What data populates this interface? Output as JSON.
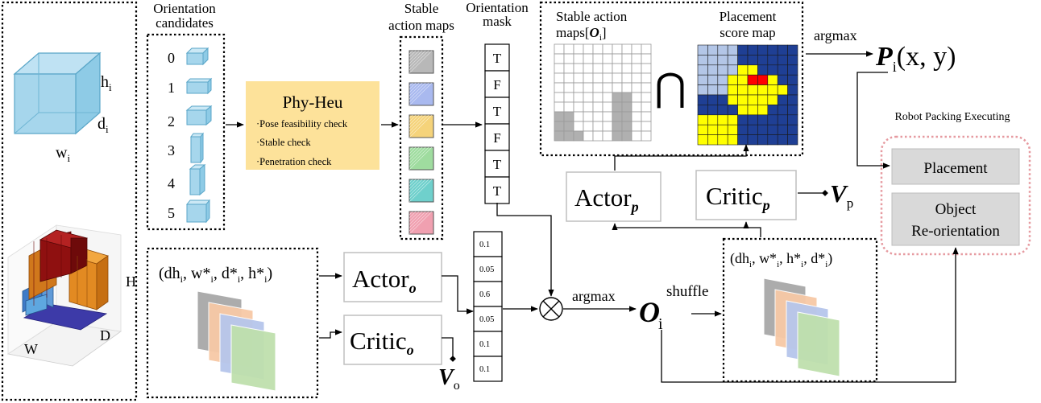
{
  "object_panel": {
    "h_label": "h",
    "h_sub": "i",
    "d_label": "d",
    "d_sub": "i",
    "w_label": "w",
    "w_sub": "i",
    "plot_H": "H",
    "plot_D": "D",
    "plot_W": "W"
  },
  "orientation": {
    "title_line1": "Orientation",
    "title_line2": "candidates",
    "indices": [
      "0",
      "1",
      "2",
      "3",
      "4",
      "5"
    ]
  },
  "phyheu": {
    "title": "Phy-Heu",
    "checks": [
      "Pose feasibility check",
      "Stable check",
      "Penetration check"
    ],
    "bullet": "·"
  },
  "stable_maps": {
    "title_line1": "Stable",
    "title_line2": "action maps",
    "colors": [
      "#b8b8b8",
      "#a9b9ef",
      "#f5d37a",
      "#9fdc9f",
      "#6fd0cc",
      "#f0a0b0"
    ]
  },
  "mask": {
    "title_line1": "Orientation",
    "title_line2": "mask",
    "values": [
      "T",
      "F",
      "T",
      "F",
      "T",
      "T"
    ]
  },
  "probs": {
    "values": [
      "0.1",
      "0.05",
      "0.6",
      "0.05",
      "0.1",
      "0.1"
    ]
  },
  "top_panel": {
    "stable_title_line1": "Stable action",
    "stable_title_line2": "maps[",
    "stable_title_O": "O",
    "stable_title_sub": "i",
    "stable_title_close": "]",
    "cap_symbol": "⋂",
    "score_title_line1": "Placement",
    "score_title_line2": "score map"
  },
  "argmax_top": "argmax",
  "position": {
    "P": "P",
    "sub": "i",
    "args": "(x, y)"
  },
  "robot": {
    "title": "Robot Packing Executing",
    "placement": "Placement",
    "reorient_line1": "Object",
    "reorient_line2": "Re-orientation"
  },
  "actor_p": {
    "label": "Actor",
    "sub": "p"
  },
  "critic_p": {
    "label": "Critic",
    "sub": "p"
  },
  "value_p": {
    "V": "V",
    "sub": "p"
  },
  "features_left": {
    "open": "(dh",
    "s1": "i",
    "t1": ", w*",
    "s2": "i",
    "t2": ", d*",
    "s3": "i",
    "t3": ", h*",
    "s4": "i",
    "close": ")"
  },
  "features_right": {
    "open": "(dh",
    "s1": "i",
    "t1": ", w*",
    "s2": "i",
    "t2": ", h*",
    "s3": "i",
    "t3": ", d*",
    "s4": "i",
    "close": ")"
  },
  "actor_o": {
    "label": "Actor",
    "sub": "o"
  },
  "critic_o": {
    "label": "Critic",
    "sub": "o"
  },
  "value_o": {
    "V": "V",
    "sub": "o"
  },
  "argmax_mid": "argmax",
  "output_O": {
    "O": "O",
    "sub": "i",
    "sup": "shuffle"
  },
  "layer_colors": [
    "#a8a8a8",
    "#f7c9a6",
    "#b6c6ec",
    "#bfe0ad"
  ]
}
